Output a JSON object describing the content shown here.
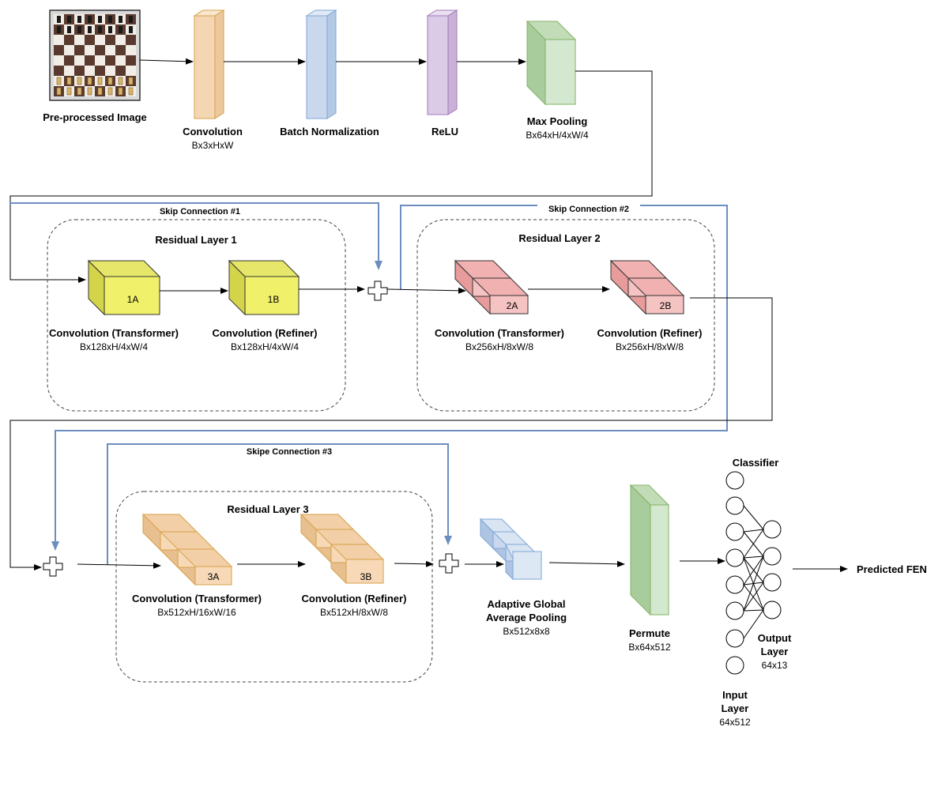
{
  "nodes": {
    "input_image": {
      "title": "Pre-processed Image"
    },
    "conv": {
      "title": "Convolution",
      "shape": "Bx3xHxW"
    },
    "batch_norm": {
      "title": "Batch Normalization"
    },
    "relu": {
      "title": "ReLU"
    },
    "max_pool": {
      "title": "Max Pooling",
      "shape": "Bx64xH/4xW/4"
    },
    "skip1": {
      "label": "Skip Connection #1"
    },
    "skip2": {
      "label": "Skip Connection #2"
    },
    "skip3": {
      "label": "Skipe Connection #3"
    },
    "res1": {
      "title": "Residual Layer 1",
      "a": {
        "tag": "1A",
        "title": "Convolution (Transformer)",
        "shape": "Bx128xH/4xW/4"
      },
      "b": {
        "tag": "1B",
        "title": "Convolution (Refiner)",
        "shape": "Bx128xH/4xW/4"
      }
    },
    "res2": {
      "title": "Residual Layer 2",
      "a": {
        "tag": "2A",
        "title": "Convolution (Transformer)",
        "shape": "Bx256xH/8xW/8"
      },
      "b": {
        "tag": "2B",
        "title": "Convolution (Refiner)",
        "shape": "Bx256xH/8xW/8"
      }
    },
    "res3": {
      "title": "Residual Layer 3",
      "a": {
        "tag": "3A",
        "title": "Convolution (Transformer)",
        "shape": "Bx512xH/16xW/16"
      },
      "b": {
        "tag": "3B",
        "title": "Convolution (Refiner)",
        "shape": "Bx512xH/8xW/8"
      }
    },
    "gap": {
      "title_line1": "Adaptive Global",
      "title_line2": "Average Pooling",
      "shape": "Bx512x8x8"
    },
    "permute": {
      "title": "Permute",
      "shape": "Bx64x512"
    },
    "classifier": {
      "title": "Classifier",
      "input_layer": {
        "line1": "Input",
        "line2": "Layer",
        "shape": "64x512"
      },
      "output_layer": {
        "line1": "Output",
        "line2": "Layer",
        "shape": "64x13"
      }
    },
    "output": {
      "title": "Predicted FEN"
    }
  },
  "colors": {
    "conv_fill": "#f5d6b3",
    "conv_stroke": "#d6a24a",
    "bn_fill": "#c9d8ec",
    "bn_stroke": "#7ea6d6",
    "relu_fill": "#dccbe6",
    "relu_stroke": "#a07ab8",
    "green_fill": "#d4e8d0",
    "green_stroke": "#82b366",
    "yellow_fill": "#f0f06a",
    "yellow_stroke": "#333333",
    "pink_fill": "#f6c3c3",
    "pink_stroke": "#333333",
    "orange_fill": "#f7d9b8",
    "orange_stroke": "#d6a24a",
    "blue_fill": "#c9d8ec",
    "blue_stroke": "#7ea6d6",
    "skip_line": "#6c8ebf",
    "arrow": "#000000"
  }
}
